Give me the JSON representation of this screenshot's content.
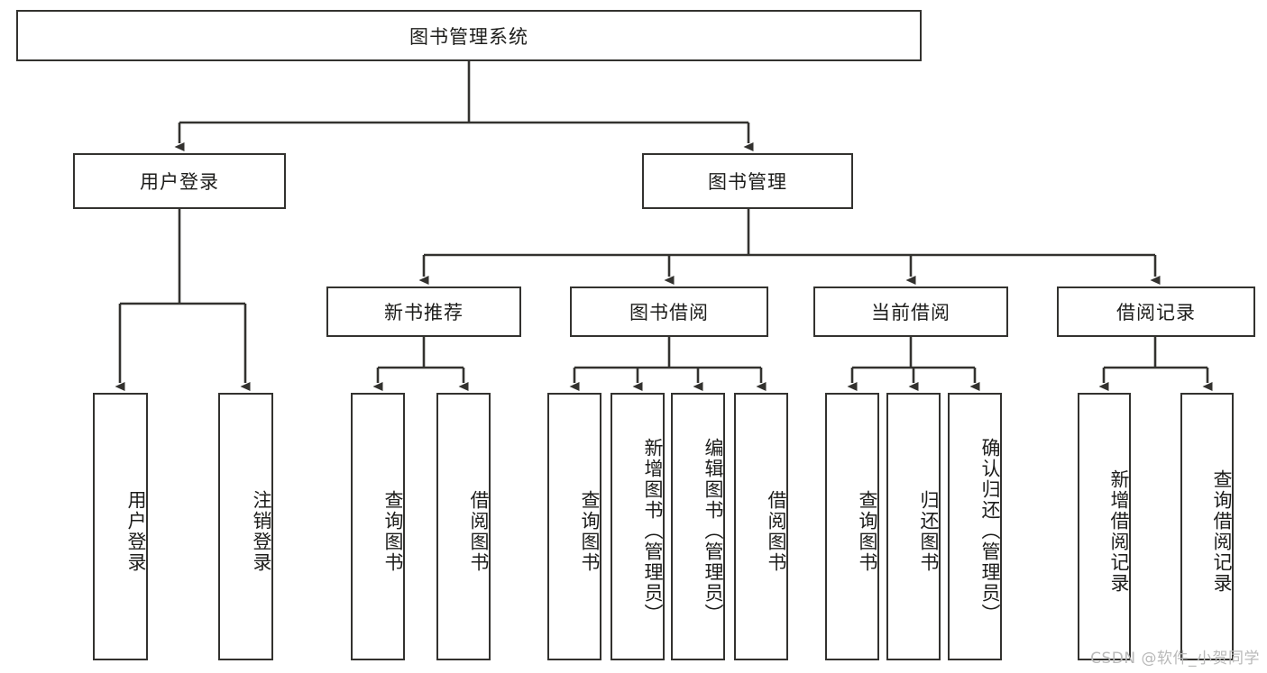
{
  "diagram": {
    "type": "hierarchy-tree",
    "title": "图书管理系统",
    "watermark": "CSDN @软件_小贺同学",
    "colors": {
      "box_border": "#33322f",
      "box_fill": "#ffffff",
      "connector": "#33322f",
      "text": "#1d1d1b",
      "watermark": "#b9b9b9",
      "background": "#ffffff"
    },
    "levels": {
      "root": {
        "label": "图书管理系统"
      },
      "level2": [
        {
          "label": "用户登录"
        },
        {
          "label": "图书管理"
        }
      ],
      "level3": [
        {
          "label": "新书推荐"
        },
        {
          "label": "图书借阅"
        },
        {
          "label": "当前借阅"
        },
        {
          "label": "借阅记录"
        }
      ],
      "leaves": {
        "user_login": [
          {
            "label": "用户登录"
          },
          {
            "label": "注销登录"
          }
        ],
        "new_book_recommend": [
          {
            "label": "查询图书"
          },
          {
            "label": "借阅图书"
          }
        ],
        "book_borrow": [
          {
            "label": "查询图书"
          },
          {
            "label": "新增图书（管理员）"
          },
          {
            "label": "编辑图书（管理员）"
          },
          {
            "label": "借阅图书"
          }
        ],
        "current_borrow": [
          {
            "label": "查询图书"
          },
          {
            "label": "归还图书"
          },
          {
            "label": "确认归还（管理员）"
          }
        ],
        "borrow_record": [
          {
            "label": "新增借阅记录"
          },
          {
            "label": "查询借阅记录"
          }
        ]
      }
    }
  }
}
